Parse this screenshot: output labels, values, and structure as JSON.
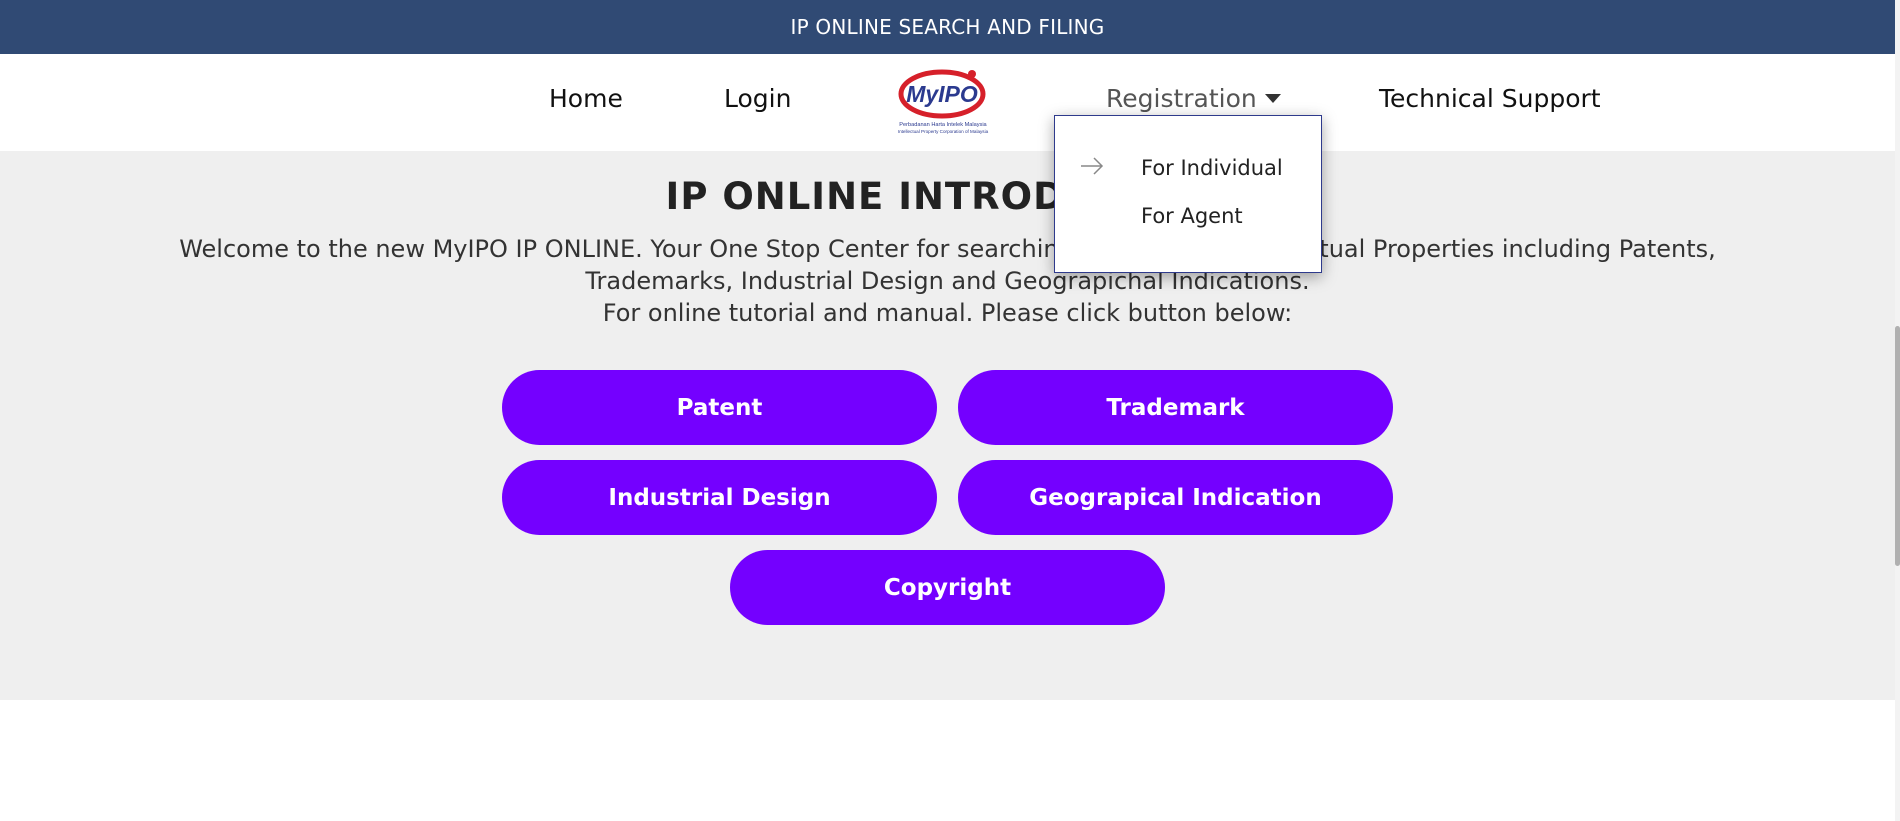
{
  "topbar": {
    "title": "IP ONLINE SEARCH AND FILING"
  },
  "nav": {
    "home": "Home",
    "login": "Login",
    "registration": "Registration",
    "technical_support": "Technical Support"
  },
  "logo": {
    "brand_text": "MyIPO",
    "caption_line1": "Perbadanan Harta Intelek Malaysia",
    "caption_line2": "Intellectual Property Corporation of Malaysia"
  },
  "dropdown": {
    "items": [
      "For Individual",
      "For Agent"
    ]
  },
  "intro": {
    "title": "IP ONLINE INTRODUCTION",
    "line1": "Welcome to the new MyIPO IP ONLINE. Your One Stop Center for searching and filing of Intellectual Properties including Patents, Trademarks, Industrial Design and Geograpichal Indications.",
    "line2": "For online tutorial and manual. Please click button below:"
  },
  "buttons": {
    "patent": "Patent",
    "trademark": "Trademark",
    "industrial_design": "Industrial Design",
    "geographical_indication": "Geograpical Indication",
    "copyright": "Copyright"
  },
  "colors": {
    "topbar": "#304a74",
    "button": "#7400ff",
    "content_bg": "#efefef",
    "logo_red": "#d6202a",
    "logo_blue": "#2b3a8f"
  }
}
